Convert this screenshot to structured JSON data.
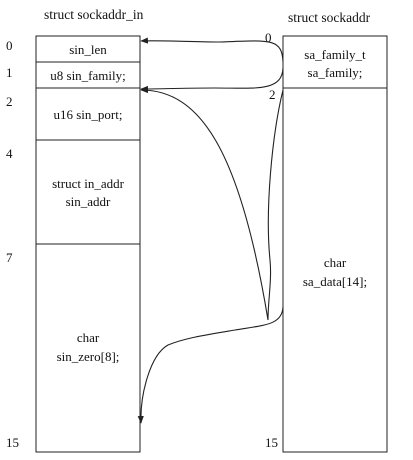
{
  "left_struct": {
    "title": "struct sockaddr_in",
    "fields": [
      {
        "lines": [
          "sin_len"
        ]
      },
      {
        "lines": [
          "u8 sin_family;"
        ]
      },
      {
        "lines": [
          "u16 sin_port;"
        ]
      },
      {
        "lines": [
          "struct in_addr",
          "sin_addr"
        ]
      },
      {
        "lines": [
          "char",
          "sin_zero[8];"
        ]
      }
    ],
    "offsets": [
      "0",
      "1",
      "2",
      "4",
      "7",
      "15"
    ]
  },
  "right_struct": {
    "title": "struct sockaddr",
    "fields": [
      {
        "lines": [
          "sa_family_t",
          "sa_family;"
        ]
      },
      {
        "lines": [
          "char",
          "sa_data[14];"
        ]
      }
    ],
    "offsets": [
      "0",
      "2",
      "15"
    ]
  }
}
